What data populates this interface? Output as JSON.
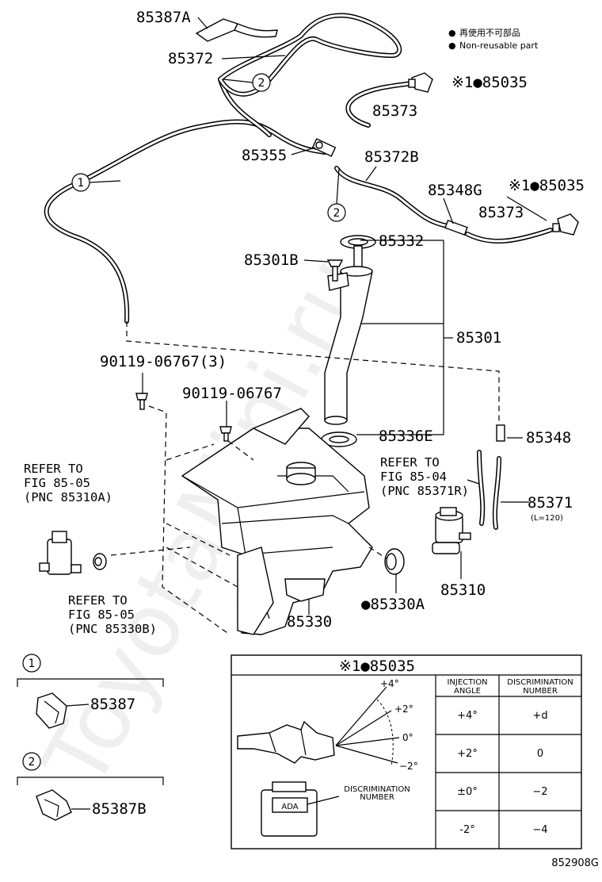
{
  "legend": {
    "symbol": "●",
    "line1": "再使用不可部品",
    "line2": "Non-reusable part"
  },
  "labels": {
    "p85387A": "85387A",
    "p85372": "85372",
    "p85035a": "※1●85035",
    "p85373a": "85373",
    "p85355": "85355",
    "p85372B": "85372B",
    "p85348G": "85348G",
    "p85035b": "※1●85035",
    "p85373b": "85373",
    "p85332": "85332",
    "p85301B": "85301B",
    "p85301": "85301",
    "p90119a": "90119-06767(3)",
    "p90119b": "90119-06767",
    "p85336E": "85336E",
    "p85348": "85348",
    "p85371": "85371",
    "p85371len": "(L=120)",
    "p85310": "85310",
    "p85330A": "●85330A",
    "p85330": "85330"
  },
  "callouts": {
    "c1": "1",
    "c2": "2"
  },
  "refs": {
    "ref1": {
      "l1": "REFER TO",
      "l2": "FIG 85-05",
      "l3": "(PNC 85310A)"
    },
    "ref2": {
      "l1": "REFER TO",
      "l2": "FIG 85-05",
      "l3": "(PNC 85330B)"
    },
    "ref3": {
      "l1": "REFER TO",
      "l2": "FIG 85-04",
      "l3": "(PNC 85371R)"
    }
  },
  "detail1": {
    "num": "1",
    "part": "85387"
  },
  "detail2": {
    "num": "2",
    "part": "85387B"
  },
  "nozzle_table": {
    "title": "※1●85035",
    "col_angle": {
      "l1": "INJECTION",
      "l2": "ANGLE"
    },
    "col_disc": {
      "l1": "DISCRIMINATION",
      "l2": "NUMBER"
    },
    "rows": [
      {
        "angle": "+4°",
        "disc": "+d"
      },
      {
        "angle": "+2°",
        "disc": "0"
      },
      {
        "angle": "±0°",
        "disc": "−2"
      },
      {
        "angle": "-2°",
        "disc": "−4"
      }
    ],
    "fan": {
      "a1": "+4°",
      "a2": "+2°",
      "a3": "0°",
      "a4": "−2°"
    },
    "disc_label": {
      "l1": "DISCRIMINATION",
      "l2": "NUMBER"
    },
    "marking": "ADA"
  },
  "drawing_number": "852908G",
  "watermark": "ToyotaMini.ru"
}
